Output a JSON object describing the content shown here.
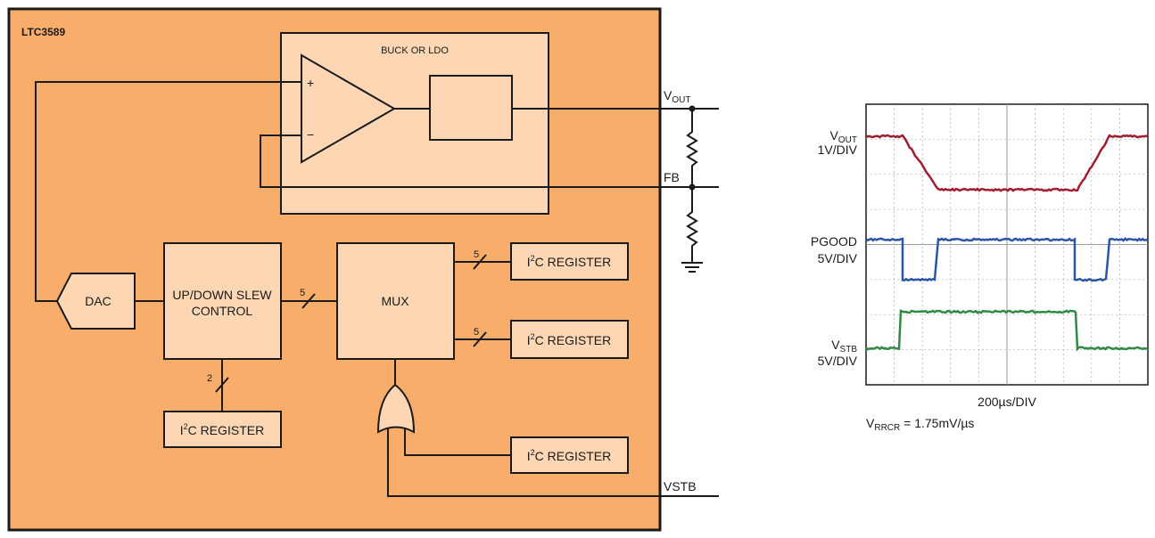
{
  "colors": {
    "chip_fill": "#f9ad6a",
    "block_fill": "#fdd7b3",
    "line": "#1a1a1a",
    "trace_vout": "#a21d2e",
    "trace_pgood": "#2b56a6",
    "trace_vstb": "#2f8a46",
    "scope_grid": "#9a9a9a"
  },
  "chip": {
    "name": "LTC3589",
    "buck_ldo_title": "BUCK OR LDO",
    "plus_sign": "+",
    "minus_sign": "−",
    "dac_label": "DAC",
    "slew_label_line1": "UP/DOWN SLEW",
    "slew_label_line2": "CONTROL",
    "mux_label": "MUX",
    "bus_width_mux": "5",
    "bus_width_reg_top": "5",
    "bus_width_reg_mid": "5",
    "bus_width_slew_reg": "2",
    "reg_prefix": "I",
    "reg_sup": "2",
    "reg_suffix": "C REGISTER"
  },
  "pins": {
    "vout_main": "V",
    "vout_sub": "OUT",
    "fb": "FB",
    "vstb": "VSTB"
  },
  "scope": {
    "ch1_main": "V",
    "ch1_sub": "OUT",
    "ch1_scale": "1V/DIV",
    "ch2_name": "PGOOD",
    "ch2_scale": "5V/DIV",
    "ch3_main": "V",
    "ch3_sub": "STB",
    "ch3_scale": "5V/DIV",
    "timebase": "200µs/DIV",
    "rate_main": "V",
    "rate_sub": "RRCR",
    "rate_value": " = 1.75mV/µs"
  }
}
